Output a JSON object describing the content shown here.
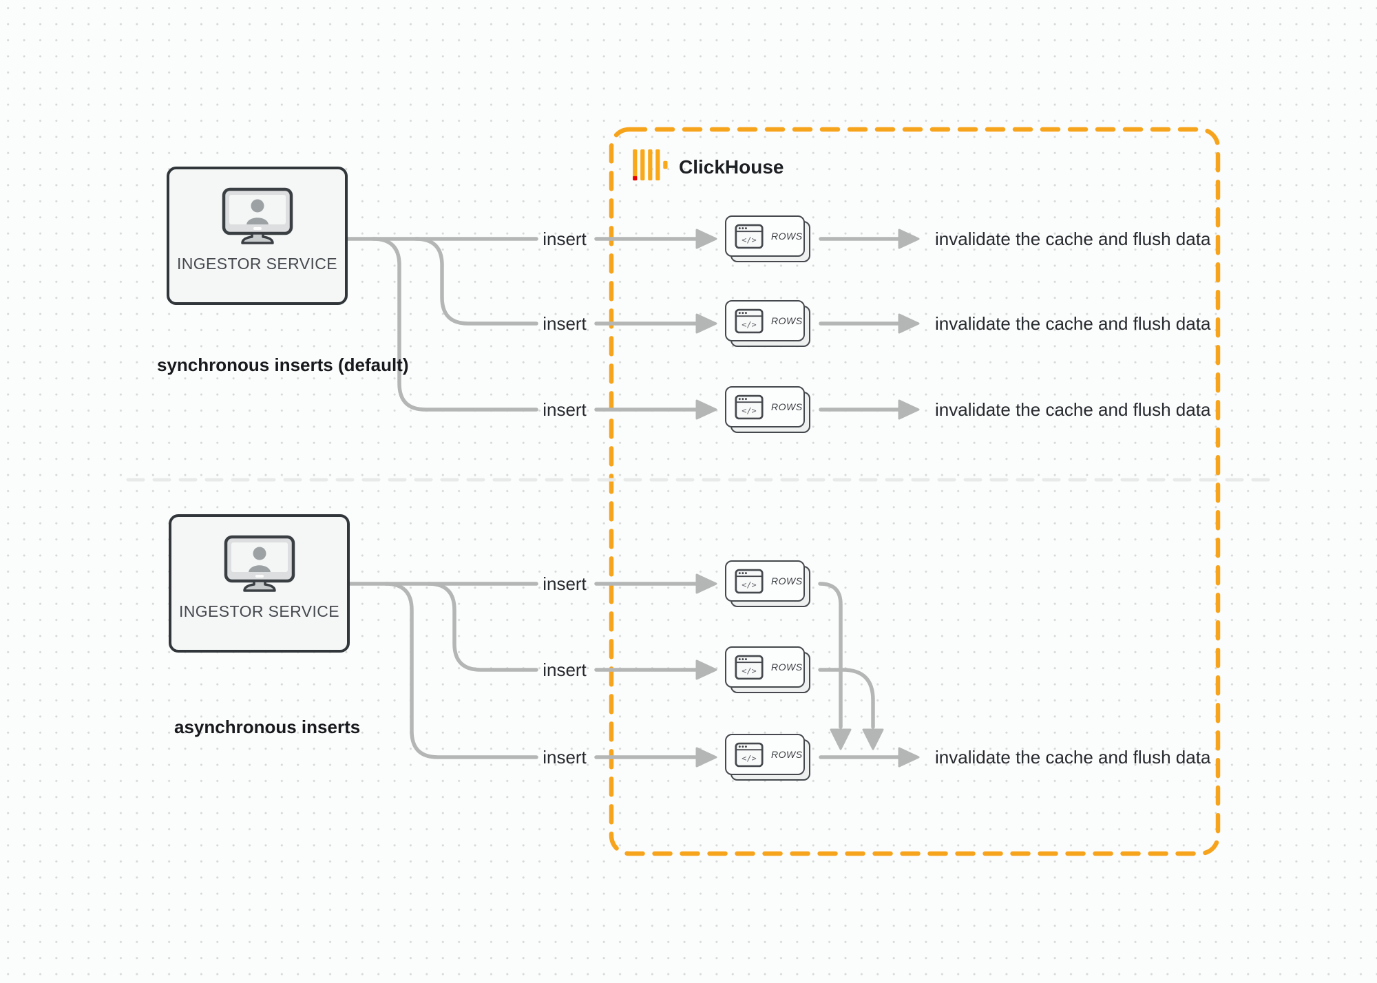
{
  "clickhouse": {
    "wordmark": "ClickHouse",
    "logo_icon": "clickhouse-bars-logo",
    "accent_color": "#F7A41D",
    "logo_bar_color": "#F9A819",
    "logo_red_color": "#E80000"
  },
  "sync_section": {
    "title": "synchronous inserts (default)",
    "service_label": "INGESTOR SERVICE",
    "service_icon": "monitor-user-icon",
    "rows": [
      {
        "insert_label": "insert",
        "card_label": "ROWS",
        "card_icon": "code-window-icon",
        "result_label": "invalidate the cache and flush data"
      },
      {
        "insert_label": "insert",
        "card_label": "ROWS",
        "card_icon": "code-window-icon",
        "result_label": "invalidate the cache and flush data"
      },
      {
        "insert_label": "insert",
        "card_label": "ROWS",
        "card_icon": "code-window-icon",
        "result_label": "invalidate the cache and flush data"
      }
    ]
  },
  "async_section": {
    "title": "asynchronous inserts",
    "service_label": "INGESTOR SERVICE",
    "service_icon": "monitor-user-icon",
    "rows": [
      {
        "insert_label": "insert",
        "card_label": "ROWS",
        "card_icon": "code-window-icon"
      },
      {
        "insert_label": "insert",
        "card_label": "ROWS",
        "card_icon": "code-window-icon"
      },
      {
        "insert_label": "insert",
        "card_label": "ROWS",
        "card_icon": "code-window-icon"
      }
    ],
    "result_label": "invalidate the cache and flush data"
  },
  "colors": {
    "connector": "#b4b6b6",
    "node_border": "#31363a",
    "text_dark": "#26292d",
    "divider": "#e8eaea"
  }
}
